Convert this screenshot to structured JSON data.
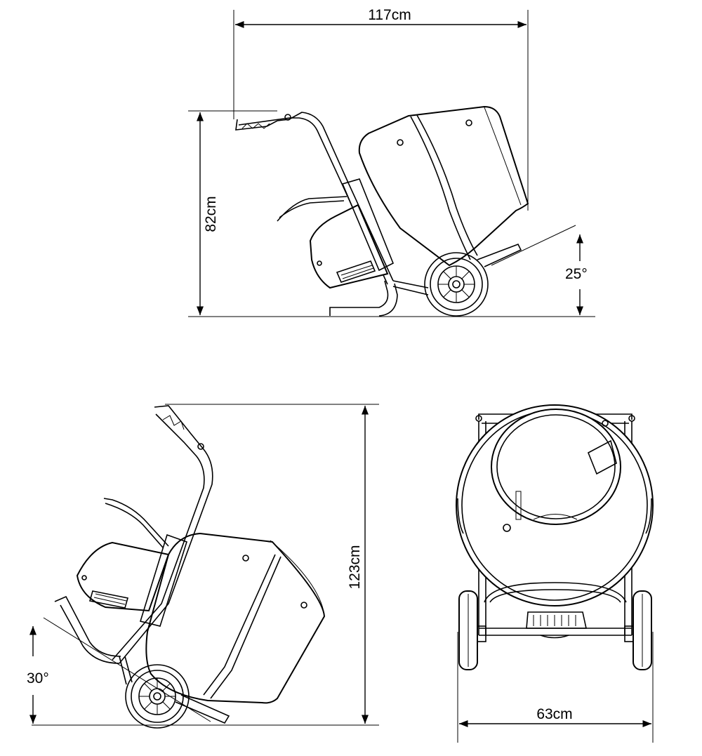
{
  "dimensions": {
    "width": "117cm",
    "height_level": "82cm",
    "angle_tilt": "25°",
    "height_tipped": "123cm",
    "angle_tipped": "30°",
    "wheel_track": "63cm"
  },
  "colors": {
    "line": "#000000",
    "background": "#ffffff"
  }
}
